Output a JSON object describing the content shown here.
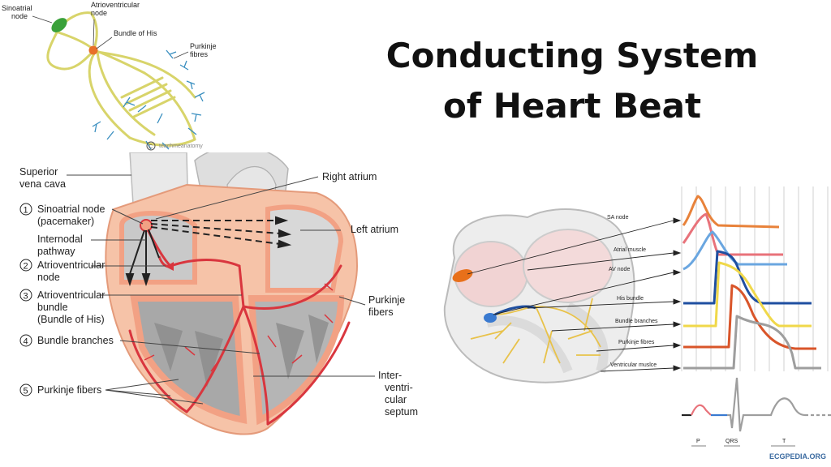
{
  "title": {
    "line1": "Conducting System",
    "line2": "of Heart Beat"
  },
  "top_diagram": {
    "labels": {
      "sa": [
        "Sinoatrial",
        "node"
      ],
      "av": [
        "Atrioventricular",
        "node"
      ],
      "his": "Bundle of His",
      "purkinje": [
        "Purkinje",
        "fibres"
      ]
    },
    "credit": "teachmeanatomy",
    "colors": {
      "fibre": "#d8d46a",
      "sa": "#3aa13a",
      "av": "#e8702a",
      "purkinje": "#3a8fc0"
    }
  },
  "main_diagram": {
    "left_labels": [
      {
        "num": "",
        "lines": [
          "Superior",
          "vena cava"
        ]
      },
      {
        "num": "1",
        "lines": [
          "Sinoatrial node",
          "(pacemaker)"
        ]
      },
      {
        "num": "",
        "lines": [
          "Internodal",
          "pathway"
        ]
      },
      {
        "num": "2",
        "lines": [
          "Atrioventricular",
          "node"
        ]
      },
      {
        "num": "3",
        "lines": [
          "Atrioventricular",
          "bundle",
          "(Bundle of His)"
        ]
      },
      {
        "num": "4",
        "lines": [
          "Bundle branches"
        ]
      },
      {
        "num": "5",
        "lines": [
          "Purkinje fibers"
        ]
      }
    ],
    "right_labels": [
      {
        "lines": [
          "Right atrium"
        ]
      },
      {
        "lines": [
          "Left atrium"
        ]
      },
      {
        "lines": [
          "Purkinje",
          "fibers"
        ]
      },
      {
        "lines": [
          "Inter-",
          "ventri-",
          "cular",
          "septum"
        ]
      }
    ],
    "colors": {
      "tissue": "#f6c3a8",
      "muscle": "#f2a184",
      "vessel": "#d9363e",
      "inner": "#8e8e8e"
    }
  },
  "ecg_diagram": {
    "labels": [
      "SA node",
      "Atrial muscle",
      "AV node",
      "His bundle",
      "Bundle branches",
      "Purkinje fibres",
      "Ventricular muslce"
    ],
    "intervals": [
      "P",
      "QRS",
      "T"
    ],
    "credit": "ECGPEDIA.ORG",
    "colors": [
      "#e8823a",
      "#e8727a",
      "#6aa6e0",
      "#1f4fa0",
      "#f0d84a",
      "#d9552a",
      "#9e9e9e"
    ]
  }
}
